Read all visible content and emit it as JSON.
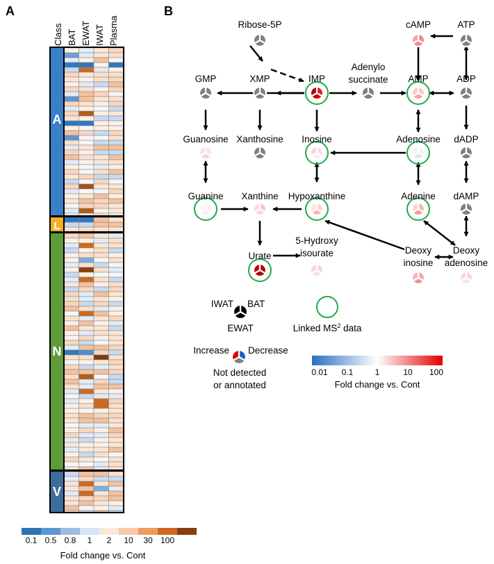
{
  "panelA": {
    "label": "A",
    "columns": [
      "Class",
      "BAT",
      "EWAT",
      "IWAT",
      "Plasma"
    ],
    "classes": [
      {
        "name": "A",
        "color": "#3a7fc8"
      },
      {
        "name": "L",
        "color": "#f1b125"
      },
      {
        "name": "N",
        "color": "#5f9b3a"
      },
      {
        "name": "V",
        "color": "#3d6d9a"
      }
    ],
    "legend": {
      "ticks": [
        "0.1",
        "0.5",
        "0.8",
        "1",
        "2",
        "10",
        "30",
        "100"
      ],
      "title": "Fold change vs. Cont",
      "colors": [
        "#2d72b5",
        "#5b98d2",
        "#9bbde3",
        "#d7e6f4",
        "#fbe8d9",
        "#f7c9a7",
        "#ee9a5d",
        "#d0691e",
        "#8a3e10"
      ]
    }
  },
  "panelB": {
    "label": "B",
    "nodes": {
      "ribose5p": "Ribose-5P",
      "camp": "cAMP",
      "atp": "ATP",
      "gmp": "GMP",
      "xmp": "XMP",
      "imp": "IMP",
      "adenylo1": "Adenylo",
      "adenylo2": "succinate",
      "amp": "AMP",
      "adp": "ADP",
      "guanosine": "Guanosine",
      "xanthosine": "Xanthosine",
      "inosine": "Inosine",
      "adenosine": "Adenosine",
      "dadp": "dADP",
      "guanine": "Guanine",
      "xanthine": "Xanthine",
      "hypoxanthine": "Hypoxanthine",
      "adenine": "Adenine",
      "damp": "dAMP",
      "urate": "Urate",
      "hydroxy1": "5-Hydroxy",
      "hydroxy2": "isourate",
      "deoxyinosine1": "Deoxy",
      "deoxyinosine2": "inosine",
      "deoxyadenosine1": "Deoxy",
      "deoxyadenosine2": "adenosine"
    },
    "key": {
      "iwat": "IWAT",
      "bat": "BAT",
      "ewat": "EWAT",
      "linked_ms2": "Linked MS",
      "ms2_sup": "2",
      "ms2_suffix": " data",
      "increase": "Increase",
      "decrease": "Decrease",
      "not_detected1": "Not detected",
      "not_detected2": "or annotated"
    },
    "colorbar": {
      "ticks": [
        "0.01",
        "0.1",
        "1",
        "10",
        "100"
      ],
      "title": "Fold change vs. Cont",
      "colors": [
        "#2a6fc2",
        "#ffffff",
        "#e00000"
      ]
    },
    "colors": {
      "not_detected": "#808080",
      "ms2_ring": "#22a84a"
    }
  }
}
